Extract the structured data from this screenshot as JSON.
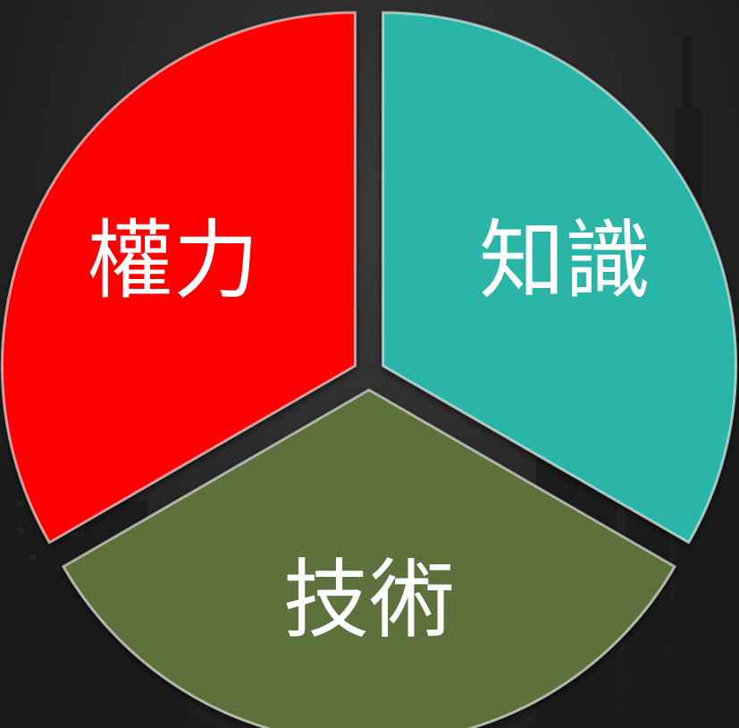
{
  "chart_data": {
    "type": "pie",
    "style": "exploded-3d",
    "slices": [
      {
        "label": "知識",
        "value": 1,
        "color": "#2ab5a8"
      },
      {
        "label": "技術",
        "value": 1,
        "color": "#5b713b"
      },
      {
        "label": "權力",
        "value": 1,
        "color": "#ff0000"
      }
    ],
    "title": "",
    "legend": "none"
  }
}
